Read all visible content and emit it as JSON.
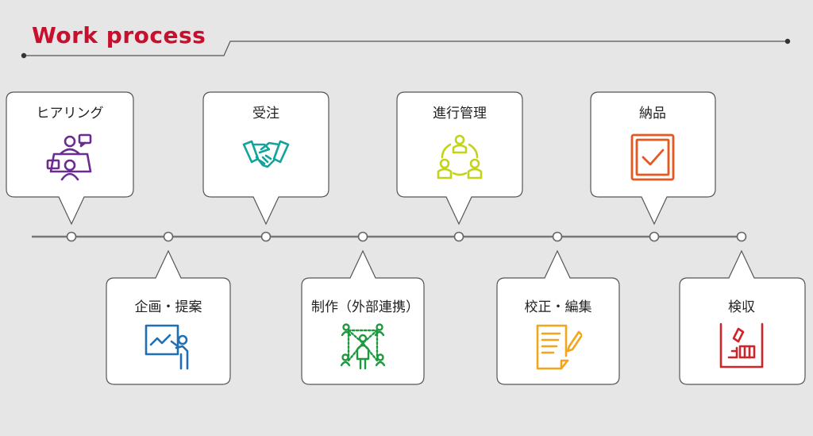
{
  "title": "Work process",
  "steps": [
    {
      "label": "ヒアリング",
      "icon": "hearing-meeting-icon",
      "color": "#6a2c91"
    },
    {
      "label": "企画・提案",
      "icon": "presentation-icon",
      "color": "#1f6fb5"
    },
    {
      "label": "受注",
      "icon": "handshake-icon",
      "color": "#14a39a"
    },
    {
      "label": "制作（外部連携）",
      "icon": "network-people-icon",
      "color": "#1e9a3e"
    },
    {
      "label": "進行管理",
      "icon": "team-cycle-icon",
      "color": "#c3d31a"
    },
    {
      "label": "校正・編集",
      "icon": "document-edit-icon",
      "color": "#f3a51c"
    },
    {
      "label": "納品",
      "icon": "checkbox-icon",
      "color": "#e9571e"
    },
    {
      "label": "検収",
      "icon": "inspection-box-icon",
      "color": "#d1232a"
    }
  ],
  "colors": {
    "title": "#c8102e",
    "line": "#777777",
    "background": "#e6e6e6"
  }
}
